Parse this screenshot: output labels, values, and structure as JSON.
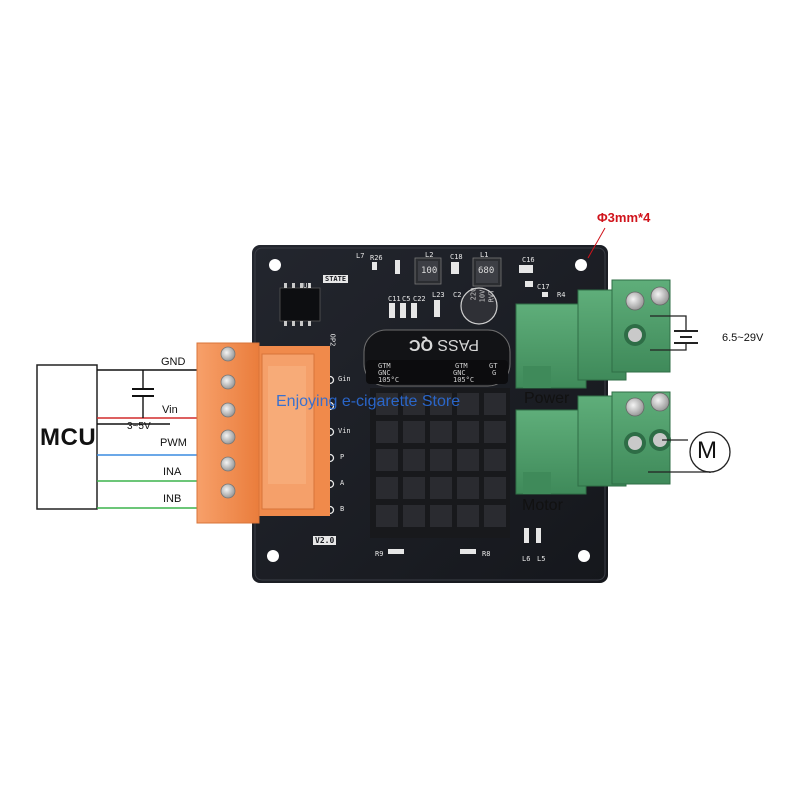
{
  "diagram": {
    "mcu": {
      "label": "MCU"
    },
    "wires": [
      {
        "label": "GND",
        "color": "#111111"
      },
      {
        "label": "Vin",
        "color": "#d22b2b"
      },
      {
        "label": "3~5V",
        "color": "#111111"
      },
      {
        "label": "PWM",
        "color": "#3a8be0"
      },
      {
        "label": "INA",
        "color": "#3cb44b"
      },
      {
        "label": "INB",
        "color": "#3cb44b"
      }
    ],
    "board": {
      "pin_labels": [
        "Gin",
        "Vin",
        "P",
        "A",
        "B"
      ],
      "silkscreen": [
        "L7",
        "R26",
        "STATE",
        "U1",
        "OP2",
        "L2",
        "100",
        "C18",
        "L1",
        "680",
        "C16",
        "C11",
        "C5",
        "C22",
        "L23",
        "C2",
        "C17",
        "R4",
        "V2.0",
        "R9",
        "R8",
        "L6",
        "L5"
      ],
      "cap_top": {
        "lines": [
          "220",
          "10V",
          "RVT"
        ]
      },
      "cap_big": {
        "marks": [
          "GTM",
          "GNC",
          "105°C",
          "GTM",
          "GNC",
          "105°C",
          "GT",
          "G"
        ],
        "pass": "PASS",
        "qc": "QC"
      }
    },
    "mount_note": "Φ3mm*4",
    "power": {
      "label": "Power",
      "voltage": "6.5~29V"
    },
    "motor": {
      "label": "Motor",
      "symbol": "M"
    },
    "watermark": "Enjoying e-cigarette Store",
    "colors": {
      "pcb": "#1a1c22",
      "terminal_green": "#4e9c6a",
      "terminal_orange": "#f28d4e",
      "dim_red": "#d0141c"
    },
    "icons": [
      "battery-icon",
      "motor-icon",
      "capacitor-icon",
      "heatsink-icon",
      "screw-icon"
    ]
  }
}
